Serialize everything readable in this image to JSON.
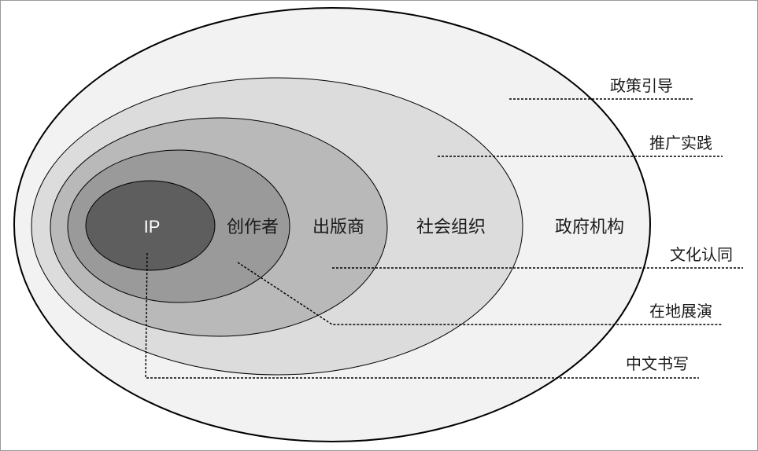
{
  "diagram": {
    "layers": [
      {
        "id": "government",
        "label": "政府机构",
        "fill": "#f2f2f2"
      },
      {
        "id": "social-org",
        "label": "社会组织",
        "fill": "#dcdcdc"
      },
      {
        "id": "publisher",
        "label": "出版商",
        "fill": "#b9b9b9"
      },
      {
        "id": "creator",
        "label": "创作者",
        "fill": "#9a9a9a"
      },
      {
        "id": "ip",
        "label": "IP",
        "fill": "#5e5e5e"
      }
    ],
    "annotations": [
      {
        "id": "policy-guidance",
        "label": "政策引导"
      },
      {
        "id": "promotion-practice",
        "label": "推广实践"
      },
      {
        "id": "cultural-identity",
        "label": "文化认同"
      },
      {
        "id": "local-adaptation",
        "label": "在地展演"
      },
      {
        "id": "chinese-writing",
        "label": "中文书写"
      }
    ]
  },
  "colors": {
    "border": "#999999",
    "outline": "#000000"
  }
}
